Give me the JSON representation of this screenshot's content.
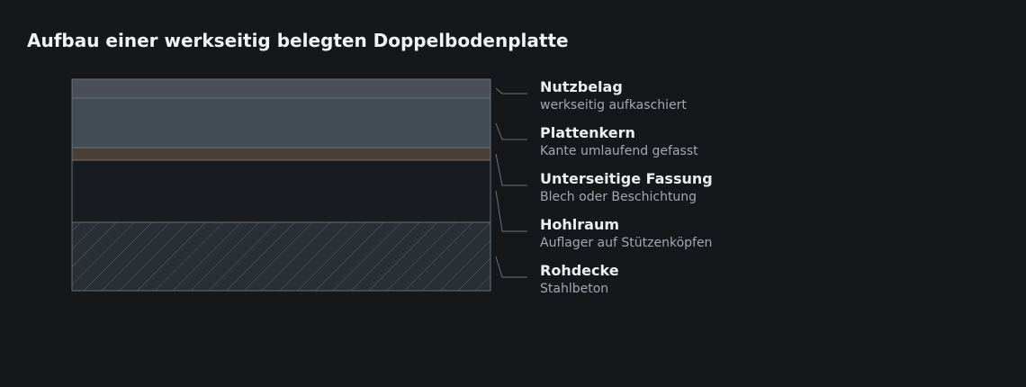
{
  "title": "Aufbau einer werkseitig belegten Doppelbodenplatte",
  "layers": [
    {
      "name": "Nutzbelag",
      "description": "werkseitig aufkaschiert",
      "color": "#4a4f57"
    },
    {
      "name": "Plattenkern",
      "description": "Kante umlaufend gefasst",
      "color": "#434b54"
    },
    {
      "name": "Unterseitige Fassung",
      "description": "Blech oder Beschichtung",
      "color": "#4a3f37"
    },
    {
      "name": "Hohlraum",
      "description": "Auflager auf Stützenköpfen",
      "color": "#181c20"
    },
    {
      "name": "Rohdecke",
      "description": "Stahlbeton",
      "color": "#2a2f36"
    }
  ]
}
